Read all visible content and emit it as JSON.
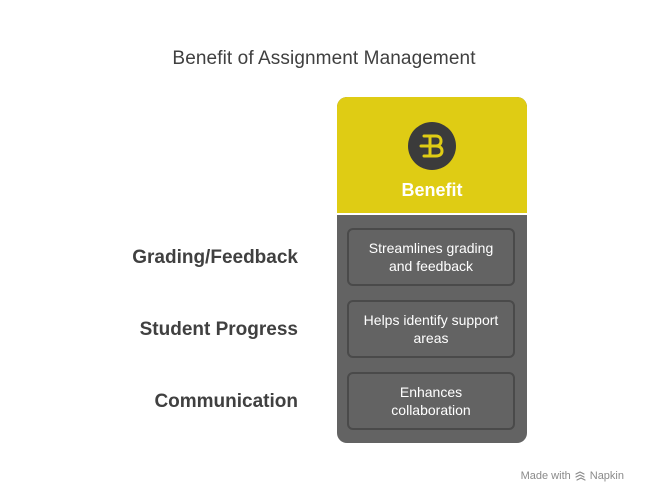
{
  "title": "Benefit of Assignment Management",
  "column": {
    "header_label": "Benefit",
    "header_icon": "benefit-b-icon",
    "colors": {
      "header_bg": "#dfcc14",
      "body_bg": "#636363",
      "cell_border": "#4a4a4a",
      "icon_bg": "#3b3b3b"
    }
  },
  "rows": [
    {
      "label": "Grading/Feedback",
      "benefit": "Streamlines grading and feedback"
    },
    {
      "label": "Student Progress",
      "benefit": "Helps identify support areas"
    },
    {
      "label": "Communication",
      "benefit": "Enhances collaboration"
    }
  ],
  "footer": {
    "made_with": "Made with",
    "brand": "Napkin",
    "brand_icon": "napkin-logo-icon"
  }
}
